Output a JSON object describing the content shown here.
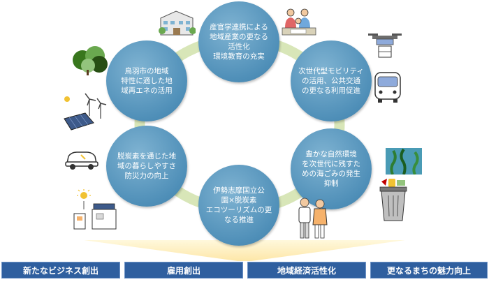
{
  "colors": {
    "node": "#4f8fb8",
    "ring": "#d8e6b8",
    "bar": "#2f5f9f",
    "funnel": "#fff2cc"
  },
  "nodes": [
    {
      "id": "top",
      "label": "産官学連携による\n地域産業の更なる\n活性化\n環境教育の充実"
    },
    {
      "id": "upper-right",
      "label": "次世代型モビリティ\nの活用、公共交通\nの更なる利用促進"
    },
    {
      "id": "lower-right",
      "label": "豊かな自然環境\nを次世代に残すた\nめの海ごみの発生\n抑制"
    },
    {
      "id": "bottom",
      "label": "伊勢志摩国立公\n園×脱炭素\nエコツーリズムの更\nなる推進"
    },
    {
      "id": "lower-left",
      "label": "脱炭素を通じた地\n域の暮らしやすさ\n防災力の向上"
    },
    {
      "id": "upper-left",
      "label": "鳥羽市の地域\n特性に適した地\n域再エネの活用"
    }
  ],
  "outcomes": [
    {
      "label": "新たなビジネス創出"
    },
    {
      "label": "雇用創出"
    },
    {
      "label": "地域経済活性化"
    },
    {
      "label": "更なるまちの魅力向上"
    }
  ],
  "icons": [
    "building-icon",
    "family-icon",
    "drone-icon",
    "bus-icon",
    "seaweed-icon",
    "trash-can-icon",
    "tourists-icon",
    "house-solar-icon",
    "ev-car-icon",
    "solar-wind-icon",
    "forest-icon"
  ]
}
